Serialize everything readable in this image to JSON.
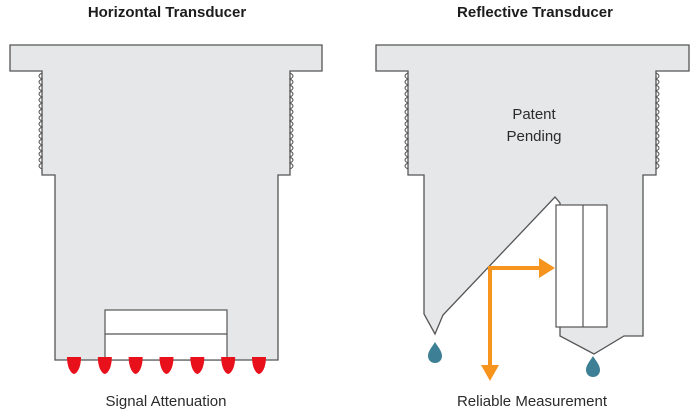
{
  "horizontal": {
    "title": "Horizontal Transducer",
    "caption": "Signal Attenuation",
    "drop_count": 7,
    "drop_icon": "red-signal-drop",
    "drop_color": "#e8101b"
  },
  "reflective": {
    "title": "Reflective Transducer",
    "patent_line1": "Patent",
    "patent_line2": "Pending",
    "caption": "Reliable Measurement",
    "arrow_color": "#f7941d",
    "drop_icon": "water-drop",
    "drop_color": "#3d7f95"
  },
  "colors": {
    "body_fill": "#e6e7e8",
    "outline": "#555555"
  }
}
